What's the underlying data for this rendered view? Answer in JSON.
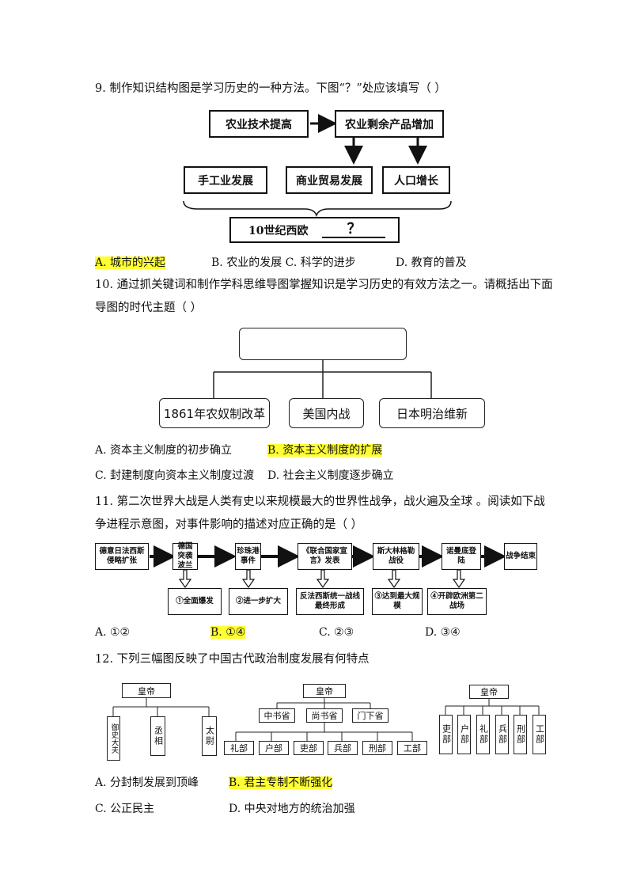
{
  "q9": {
    "stem": "9.  制作知识结构图是学习历史的一种方法。下图“？”处应该填写（     ）",
    "diagram": {
      "b1": "农业技术提高",
      "b2": "农业剩余产品增加",
      "b3": "手工业发展",
      "b4": "商业贸易发展",
      "b5": "人口增长",
      "b6": "10世纪西欧",
      "mark": "？"
    },
    "opt_a": "A.  城市的兴起",
    "opt_bc": "B. 农业的发展 C. 科学的进步",
    "opt_d": "D. 教育的普及"
  },
  "q10": {
    "line1": "10.  通过抓关键词和制作学科思维导图掌握知识是学习历史的有效方法之一。请概括出下面",
    "line2": "导图的时代主题（     ）",
    "diagram": {
      "top": "",
      "c1": "1861年农奴制改革",
      "c2": "美国内战",
      "c3": "日本明治维新"
    },
    "opt_a": "A. 资本主义制度的初步确立",
    "opt_b": "B. 资本主义制度的扩展",
    "opt_c": "C. 封建制度向资本主义制度过渡",
    "opt_d": "D. 社会主义制度逐步确立"
  },
  "q11": {
    "line1": "11.  第二次世界大战是人类有史以来规模最大的世界性战争，战火遍及全球  。阅读如下战",
    "line2": "争进程示意图，对事件影响的描述对应正确的是（     ）",
    "events": [
      "德意日法西斯侵略扩张",
      "德国突袭波兰",
      "珍珠港事件",
      "《联合国家宣言》发表",
      "斯大林格勒战役",
      "诺曼底登陆",
      "战争结束"
    ],
    "effects": [
      "①全面爆发",
      "②进一步扩大",
      "反法西斯统一战线最终形成",
      "③达到最大规模",
      "④开辟欧洲第二战场"
    ],
    "opt_a": "A. ①②",
    "opt_b": "B. ①④",
    "opt_c": "C. ②③",
    "opt_d": "D. ③④"
  },
  "q12": {
    "stem": "12.  下列三幅图反映了中国古代政治制度发展有何特点",
    "d1": {
      "top": "皇帝",
      "subs": [
        "御史大夫",
        "丞相",
        "太尉"
      ]
    },
    "d2": {
      "top": "皇帝",
      "mid": [
        "中书省",
        "尚书省",
        "门下省"
      ],
      "subs": [
        "礼部",
        "户部",
        "吏部",
        "兵部",
        "刑部",
        "工部"
      ]
    },
    "d3": {
      "top": "皇帝",
      "subs": [
        "吏部",
        "户部",
        "礼部",
        "兵部",
        "刑部",
        "工部"
      ]
    },
    "opt_a": "A.  分封制发展到顶峰",
    "opt_b": "B.  君主专制不断强化",
    "opt_c": "C.  公正民主",
    "opt_d": "D.  中央对地方的统治加强"
  }
}
